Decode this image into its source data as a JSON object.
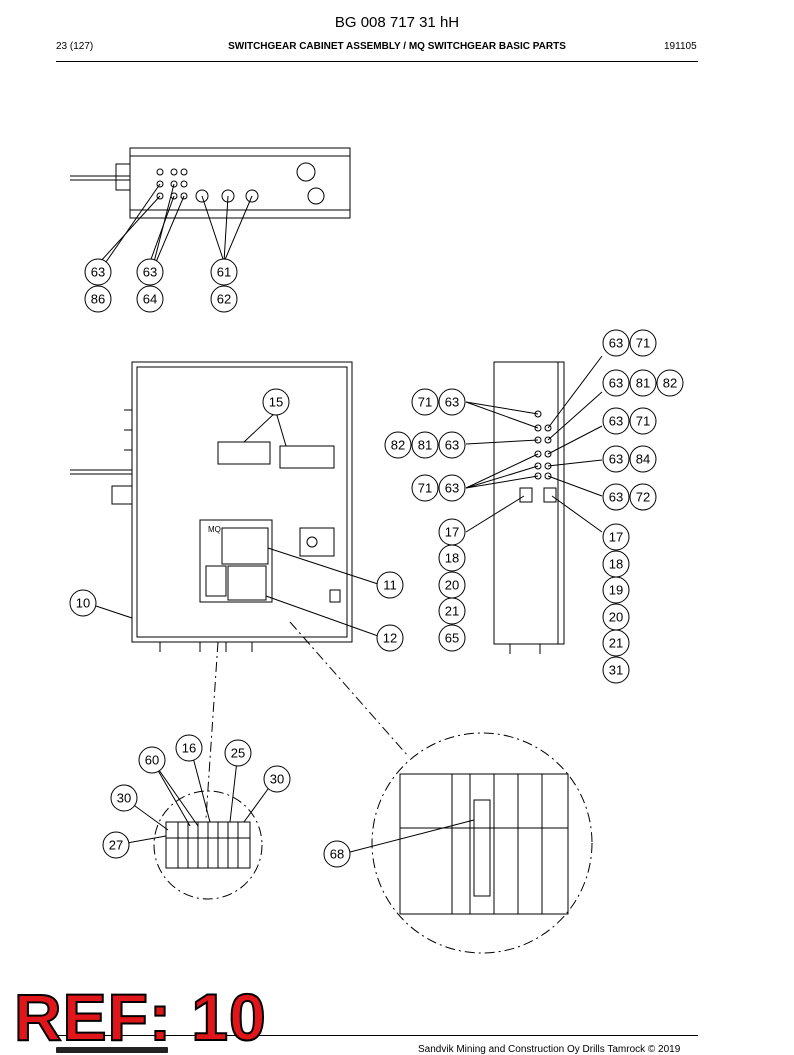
{
  "header": {
    "doc_number": "BG 008 717 31 hH",
    "page": "23 (127)",
    "section_title": "SWITCHGEAR CABINET ASSEMBLY / MQ SWITCHGEAR BASIC PARTS",
    "date_code": "191105"
  },
  "drawing": {
    "panel_label": "MQ",
    "callouts": {
      "top_view": [
        "63",
        "86",
        "63",
        "64",
        "61",
        "62"
      ],
      "front_view": [
        "15",
        "10",
        "11",
        "12"
      ],
      "side_view_left": [
        "71",
        "63",
        "82",
        "81",
        "63",
        "71",
        "63",
        "17",
        "18",
        "20",
        "21",
        "65"
      ],
      "side_view_right": [
        "63",
        "71",
        "63",
        "81",
        "82",
        "63",
        "71",
        "63",
        "84",
        "63",
        "72",
        "17",
        "18",
        "19",
        "20",
        "21",
        "31"
      ],
      "detail_terminal": [
        "16",
        "60",
        "25",
        "30",
        "30",
        "27"
      ],
      "detail_module": [
        "68"
      ]
    }
  },
  "footer": {
    "ref_stamp": "REF: 10",
    "copyright": "Sandvik Mining and Construction Oy Drills Tamrock © 2019"
  }
}
